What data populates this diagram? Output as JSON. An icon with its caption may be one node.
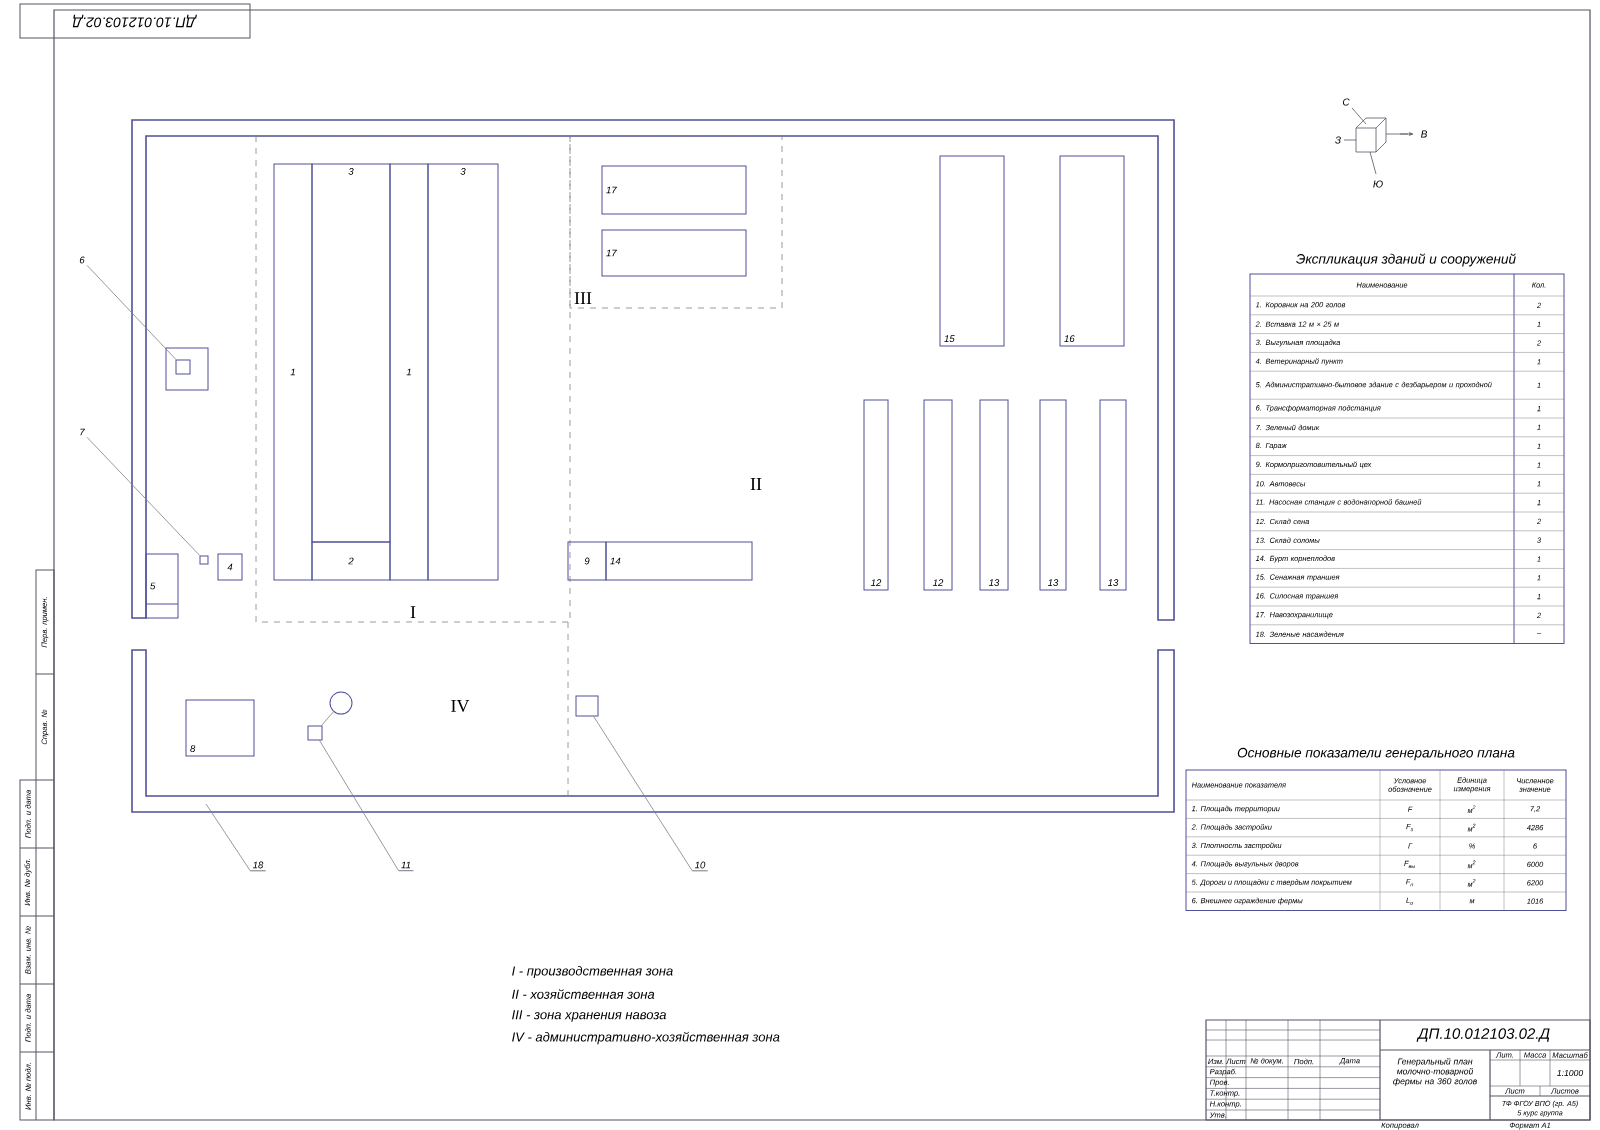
{
  "diagram": {
    "nodes": [
      {
        "text": [
          "6"
        ]
      },
      {
        "text": [],
        "shape": "box"
      },
      {
        "text": [],
        "shape": "box",
        "in": 1
      },
      {
        "text": [
          "7"
        ]
      },
      {
        "text": [],
        "shape": "box"
      },
      {
        "text": [
          "4"
        ]
      },
      {
        "text": [
          "5"
        ]
      },
      {
        "text": [
          "I"
        ]
      },
      {
        "text": [
          "1"
        ],
        "in": 7
      },
      {
        "text": [
          "3"
        ],
        "in": 7
      },
      {
        "text": [
          "1"
        ],
        "in": 7
      },
      {
        "text": [
          "3"
        ],
        "in": 7
      },
      {
        "text": [
          "2"
        ],
        "in": 7
      },
      {
        "text": [
          "III"
        ]
      },
      {
        "text": [
          "17"
        ],
        "in": 13
      },
      {
        "text": [
          "17"
        ],
        "in": 13
      },
      {
        "text": [
          "15"
        ]
      },
      {
        "text": [
          "16"
        ]
      },
      {
        "text": [
          "12"
        ]
      },
      {
        "text": [
          "12"
        ]
      },
      {
        "text": [
          "13"
        ]
      },
      {
        "text": [
          "13"
        ]
      },
      {
        "text": [
          "13"
        ]
      },
      {
        "text": [
          "9"
        ]
      },
      {
        "text": [
          "14"
        ]
      },
      {
        "text": [
          "8"
        ]
      },
      {
        "text": [],
        "shape": "box"
      },
      {
        "text": [],
        "shape": "circle"
      },
      {
        "text": [],
        "shape": "box"
      },
      {
        "text": [
          "18"
        ]
      },
      {
        "text": [
          "11"
        ]
      },
      {
        "text": [
          "10"
        ]
      }
    ],
    "edges": [
      {
        "from": 0,
        "to": 2,
        "arrow": "none"
      },
      {
        "from": 3,
        "to": 4,
        "arrow": "none"
      },
      {
        "from": 26,
        "to": 27,
        "arrow": "none"
      },
      {
        "from": 29,
        "to": null,
        "arrow": "none"
      },
      {
        "from": 30,
        "to": 26,
        "arrow": "none"
      },
      {
        "from": 31,
        "to": 28,
        "arrow": "none"
      }
    ],
    "labels": [
      "ДП.10.012103.02.Д",
      "С",
      "З",
      "В",
      "Ю",
      "II",
      "IV",
      "Экспликация зданий и сооружений",
      "Наименование",
      "Кол.",
      "1. Коровник на 200 голов",
      "2",
      "2. Вставка 12 м × 25 м",
      "1",
      "3. Выгульная площадка",
      "2",
      "4. Ветеринарный пункт",
      "1",
      "5. Административно-бытовое здание с дезбарьером и проходной",
      "1",
      "6. Трансформаторная подстанция",
      "1",
      "7. Зеленый домик",
      "1",
      "8. Гараж",
      "1",
      "9. Кормоприготовительный цех",
      "1",
      "10. Автовесы",
      "1",
      "11. Насосная станция с водонапорной башней",
      "1",
      "12. Склад сена",
      "2",
      "13. Склад соломы",
      "3",
      "14. Бурт корнеплодов",
      "1",
      "15. Сенажная траншея",
      "1",
      "16. Силосная траншея",
      "1",
      "17. Навозохранилище",
      "2",
      "18. Зеленые насаждения",
      "–",
      "Основные показатели генерального плана",
      "Наименование показателя",
      "Условное обозначение",
      "Единица измерения",
      "Численное значение",
      "1. Площадь территории",
      "F",
      "м$^{2}$",
      "7,2",
      "2. Площадь застройки",
      "F$_{з}$",
      "м$^{2}$",
      "4286",
      "3. Плотность застройки",
      "Г",
      "%",
      "6",
      "4. Площадь выгульных дворов",
      "F$_{вы}$",
      "м$^{2}$",
      "6000",
      "5. Дороги и площадки с твердым покрытием",
      "F$_{п}$",
      "м$^{2}$",
      "6200",
      "6. Внешнее ограждение фермы",
      "L$_{о}$",
      "м",
      "1016",
      "I - производственная зона",
      "II - хозяйственная зона",
      "III - зона хранения навоза",
      "IV - административно-хозяйственная зона",
      "ДП.10.012103.02.Д",
      "Генеральный план молочно-товарной фермы на 360 голов",
      "Лит.",
      "Масса",
      "Масштаб",
      "1:1000",
      "Лист",
      "Листов",
      "ТФ ФГОУ ВПО (гр. А5)",
      "5 курс группа",
      "Изм.",
      "Лист",
      "№ докум.",
      "Подп.",
      "Дата",
      "Разраб.",
      "Пров.",
      "Т.контр.",
      "Н.контр.",
      "Утв.",
      "Копировал",
      "Формат А1",
      "Перв. примен.",
      "Справ. №",
      "Подп. и дата",
      "Инв. № дубл.",
      "Взам. инв. №",
      "Подп. и дата",
      "Инв. № подл."
    ]
  }
}
